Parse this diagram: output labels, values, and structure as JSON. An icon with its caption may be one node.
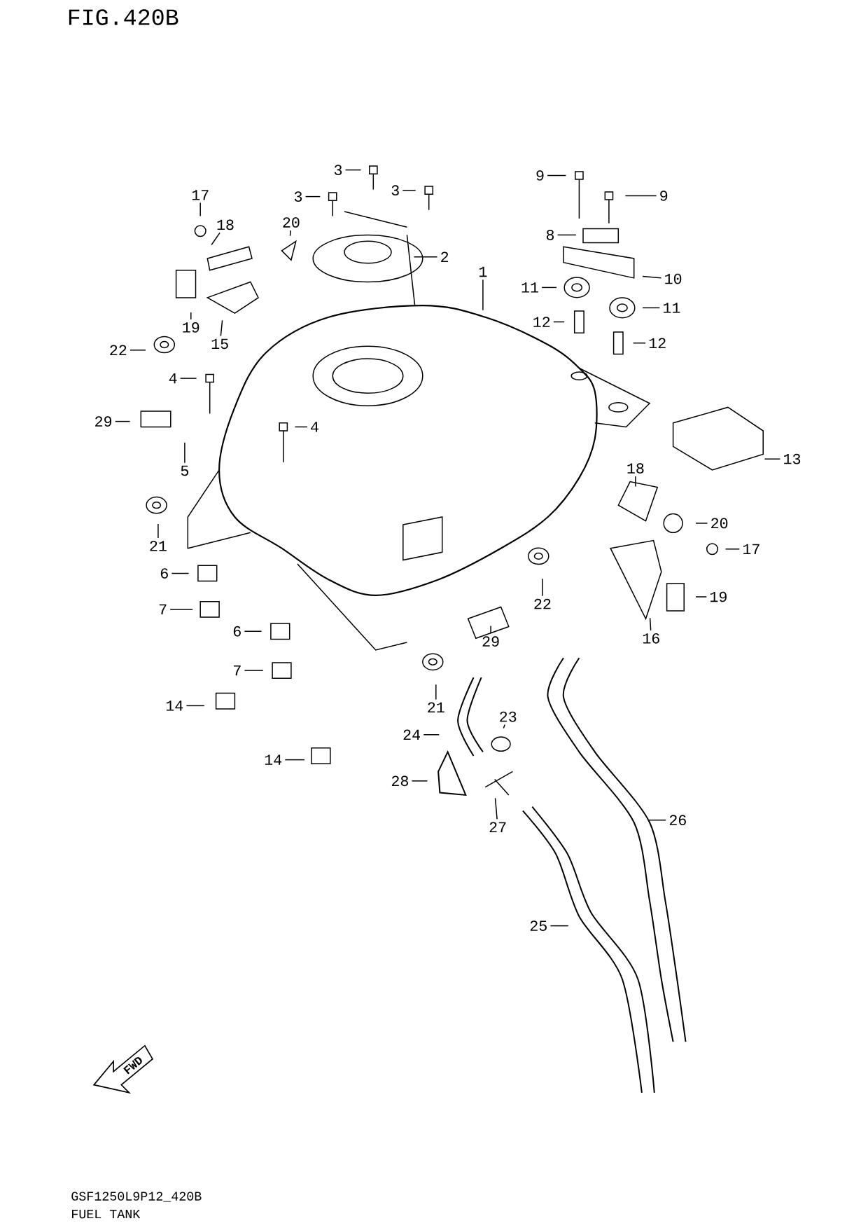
{
  "diagram": {
    "title": "FIG.420B",
    "nodes": [
      {
        "text": [
          "1"
        ]
      },
      {
        "text": [
          "2"
        ]
      },
      {
        "text": [
          "3"
        ]
      },
      {
        "text": [
          "3"
        ]
      },
      {
        "text": [
          "3"
        ]
      },
      {
        "text": [
          "4"
        ]
      },
      {
        "text": [
          "4"
        ]
      },
      {
        "text": [
          "5"
        ]
      },
      {
        "text": [
          "6"
        ]
      },
      {
        "text": [
          "6"
        ]
      },
      {
        "text": [
          "7"
        ]
      },
      {
        "text": [
          "7"
        ]
      },
      {
        "text": [
          "8"
        ]
      },
      {
        "text": [
          "9"
        ]
      },
      {
        "text": [
          "9"
        ]
      },
      {
        "text": [
          "10"
        ]
      },
      {
        "text": [
          "11"
        ]
      },
      {
        "text": [
          "11"
        ]
      },
      {
        "text": [
          "12"
        ]
      },
      {
        "text": [
          "12"
        ]
      },
      {
        "text": [
          "13"
        ]
      },
      {
        "text": [
          "14"
        ]
      },
      {
        "text": [
          "14"
        ]
      },
      {
        "text": [
          "15"
        ]
      },
      {
        "text": [
          "16"
        ]
      },
      {
        "text": [
          "17"
        ]
      },
      {
        "text": [
          "17"
        ]
      },
      {
        "text": [
          "18"
        ]
      },
      {
        "text": [
          "18"
        ]
      },
      {
        "text": [
          "19"
        ]
      },
      {
        "text": [
          "19"
        ]
      },
      {
        "text": [
          "20"
        ]
      },
      {
        "text": [
          "20"
        ]
      },
      {
        "text": [
          "21"
        ]
      },
      {
        "text": [
          "21"
        ]
      },
      {
        "text": [
          "22"
        ]
      },
      {
        "text": [
          "22"
        ]
      },
      {
        "text": [
          "23"
        ]
      },
      {
        "text": [
          "24"
        ]
      },
      {
        "text": [
          "25"
        ]
      },
      {
        "text": [
          "26"
        ]
      },
      {
        "text": [
          "27"
        ]
      },
      {
        "text": [
          "28"
        ]
      },
      {
        "text": [
          "29"
        ]
      },
      {
        "text": [
          "29"
        ]
      }
    ],
    "edges": [
      {
        "from": 0,
        "to": null,
        "arrow": "none"
      },
      {
        "from": 1,
        "to": null,
        "arrow": "none"
      },
      {
        "from": 2,
        "to": null,
        "arrow": "none"
      },
      {
        "from": 3,
        "to": null,
        "arrow": "none"
      },
      {
        "from": 4,
        "to": null,
        "arrow": "none"
      },
      {
        "from": 5,
        "to": null,
        "arrow": "none"
      },
      {
        "from": 6,
        "to": null,
        "arrow": "none"
      },
      {
        "from": 7,
        "to": null,
        "arrow": "none"
      },
      {
        "from": 8,
        "to": null,
        "arrow": "none"
      },
      {
        "from": 9,
        "to": null,
        "arrow": "none"
      },
      {
        "from": 10,
        "to": null,
        "arrow": "none"
      },
      {
        "from": 11,
        "to": null,
        "arrow": "none"
      },
      {
        "from": 12,
        "to": null,
        "arrow": "none"
      },
      {
        "from": 13,
        "to": null,
        "arrow": "none"
      },
      {
        "from": 14,
        "to": null,
        "arrow": "none"
      },
      {
        "from": 15,
        "to": null,
        "arrow": "none"
      },
      {
        "from": 16,
        "to": null,
        "arrow": "none"
      },
      {
        "from": 17,
        "to": null,
        "arrow": "none"
      },
      {
        "from": 18,
        "to": null,
        "arrow": "none"
      },
      {
        "from": 19,
        "to": null,
        "arrow": "none"
      },
      {
        "from": 20,
        "to": null,
        "arrow": "none"
      },
      {
        "from": 21,
        "to": null,
        "arrow": "none"
      },
      {
        "from": 22,
        "to": null,
        "arrow": "none"
      },
      {
        "from": 23,
        "to": null,
        "arrow": "none"
      },
      {
        "from": 24,
        "to": null,
        "arrow": "none"
      },
      {
        "from": 25,
        "to": null,
        "arrow": "none"
      },
      {
        "from": 26,
        "to": null,
        "arrow": "none"
      },
      {
        "from": 27,
        "to": null,
        "arrow": "none"
      },
      {
        "from": 28,
        "to": null,
        "arrow": "none"
      },
      {
        "from": 29,
        "to": null,
        "arrow": "none"
      },
      {
        "from": 30,
        "to": null,
        "arrow": "none"
      },
      {
        "from": 31,
        "to": null,
        "arrow": "none"
      },
      {
        "from": 32,
        "to": null,
        "arrow": "none"
      },
      {
        "from": 33,
        "to": null,
        "arrow": "none"
      },
      {
        "from": 34,
        "to": null,
        "arrow": "none"
      },
      {
        "from": 35,
        "to": null,
        "arrow": "none"
      },
      {
        "from": 36,
        "to": null,
        "arrow": "none"
      },
      {
        "from": 37,
        "to": null,
        "arrow": "none"
      },
      {
        "from": 38,
        "to": null,
        "arrow": "none"
      },
      {
        "from": 39,
        "to": null,
        "arrow": "none"
      },
      {
        "from": 40,
        "to": null,
        "arrow": "none"
      },
      {
        "from": 41,
        "to": null,
        "arrow": "none"
      },
      {
        "from": 42,
        "to": null,
        "arrow": "none"
      },
      {
        "from": 43,
        "to": null,
        "arrow": "none"
      },
      {
        "from": 44,
        "to": null,
        "arrow": "none"
      }
    ],
    "labels": [
      "FWD",
      "GSF1250L9P12_420B",
      "FUEL TANK"
    ]
  }
}
